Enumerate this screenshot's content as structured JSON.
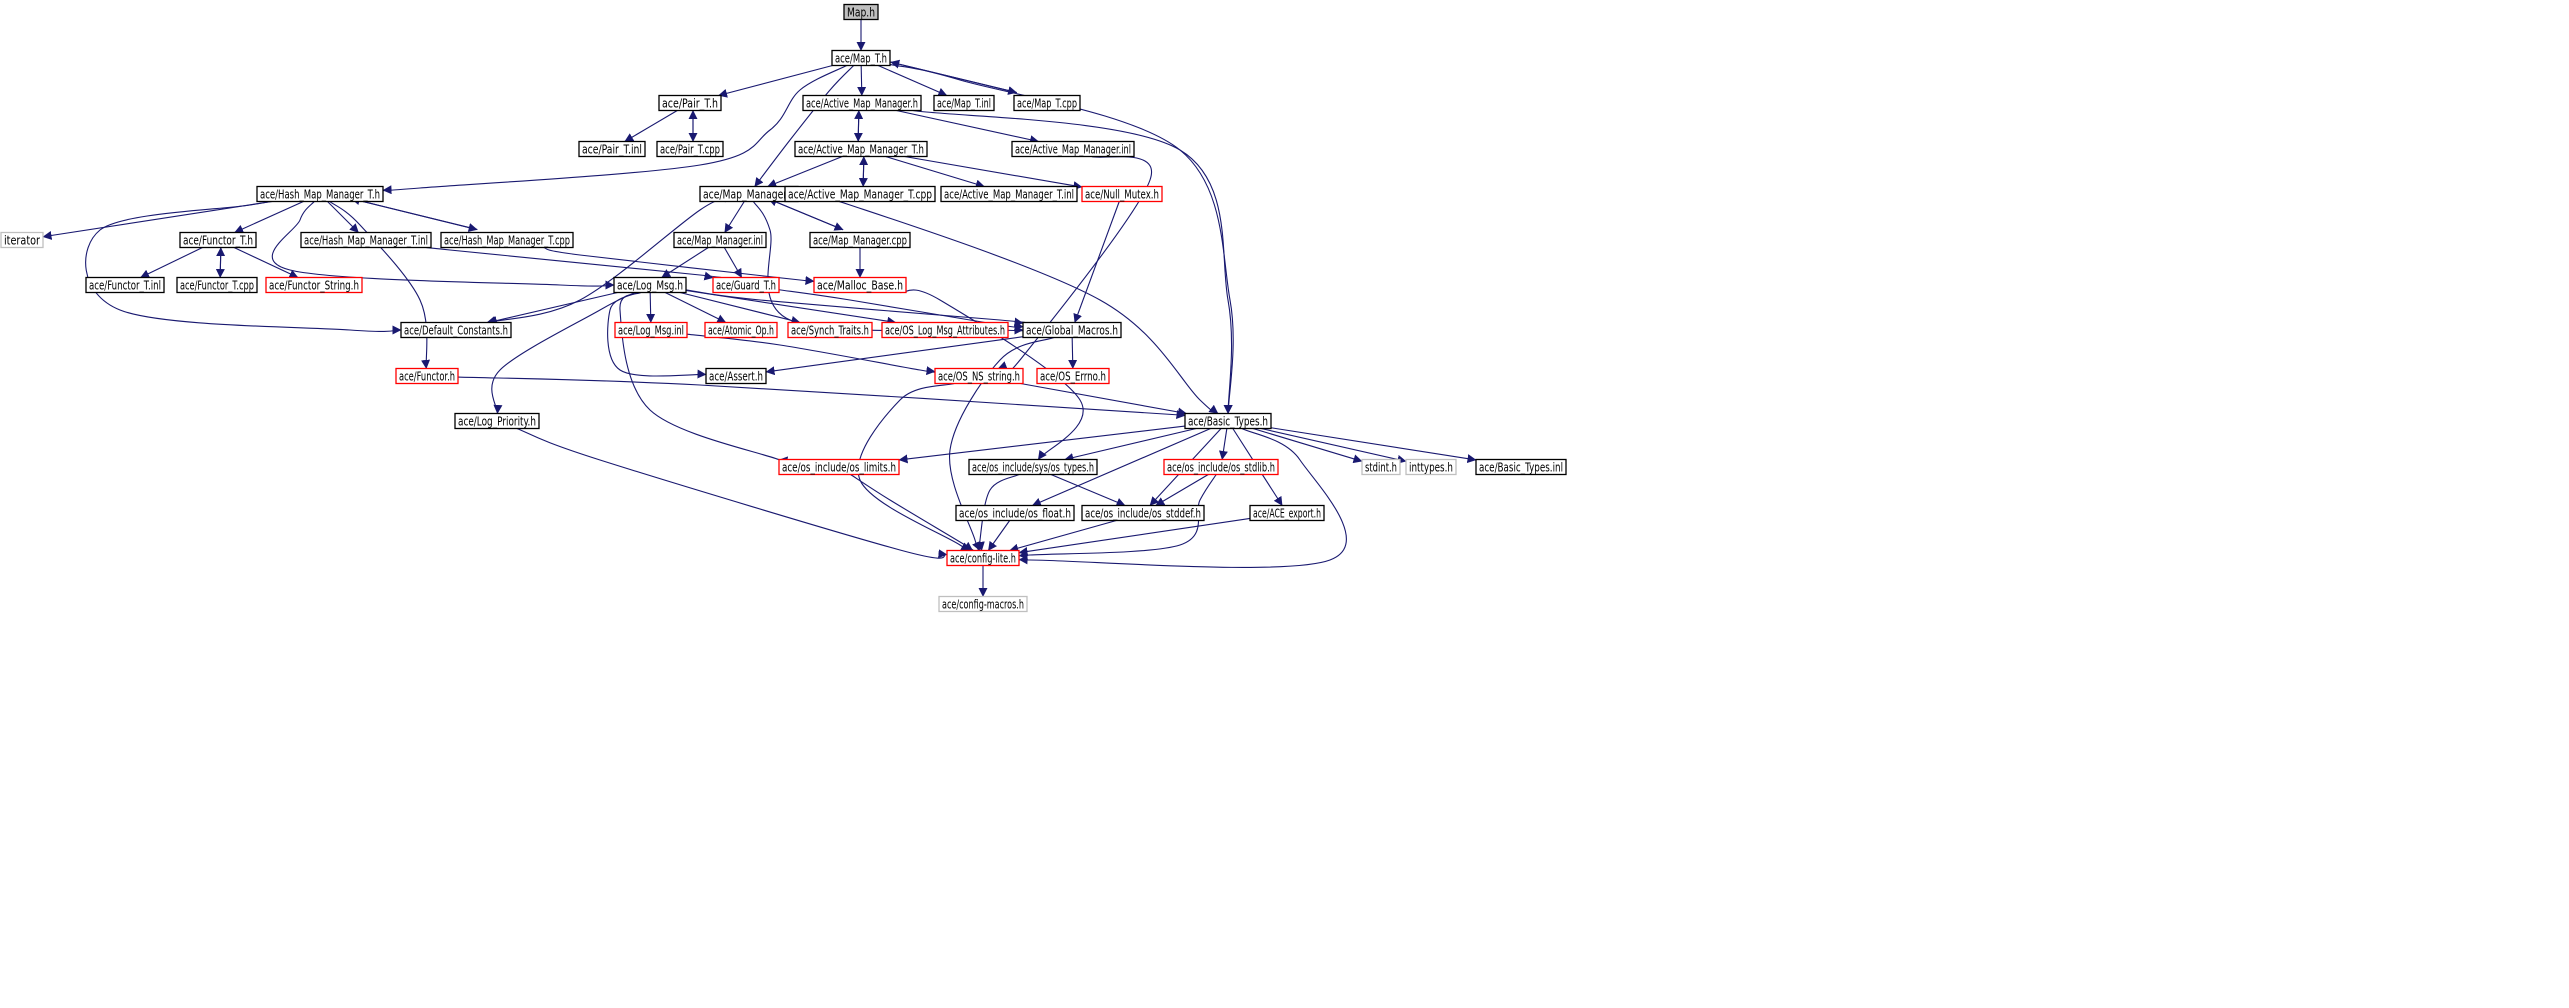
{
  "graph": {
    "colors": {
      "edge": "#191970",
      "node_border": "#000000",
      "node_border_missing": "#ff0000",
      "node_border_external": "#bfbfbf",
      "root_fill": "#bfbfbf",
      "node_fill": "#ffffff"
    },
    "nodes": [
      {
        "id": "map_h",
        "label": "Map.h",
        "kind": "root"
      },
      {
        "id": "map_t_h",
        "label": "ace/Map_T.h",
        "kind": "normal"
      },
      {
        "id": "pair_t_h",
        "label": "ace/Pair_T.h",
        "kind": "normal"
      },
      {
        "id": "active_mm_h",
        "label": "ace/Active_Map_Manager.h",
        "kind": "normal"
      },
      {
        "id": "map_t_inl",
        "label": "ace/Map_T.inl",
        "kind": "normal"
      },
      {
        "id": "map_t_cpp",
        "label": "ace/Map_T.cpp",
        "kind": "normal"
      },
      {
        "id": "pair_t_inl",
        "label": "ace/Pair_T.inl",
        "kind": "normal"
      },
      {
        "id": "pair_t_cpp",
        "label": "ace/Pair_T.cpp",
        "kind": "normal"
      },
      {
        "id": "active_mm_t_h",
        "label": "ace/Active_Map_Manager_T.h",
        "kind": "normal"
      },
      {
        "id": "active_mm_inl",
        "label": "ace/Active_Map_Manager.inl",
        "kind": "normal"
      },
      {
        "id": "hash_mm_t_h",
        "label": "ace/Hash_Map_Manager_T.h",
        "kind": "normal"
      },
      {
        "id": "map_manager_h",
        "label": "ace/Map_Manager.h",
        "kind": "normal"
      },
      {
        "id": "active_mm_t_cpp",
        "label": "ace/Active_Map_Manager_T.cpp",
        "kind": "normal"
      },
      {
        "id": "active_mm_t_inl",
        "label": "ace/Active_Map_Manager_T.inl",
        "kind": "normal"
      },
      {
        "id": "null_mutex_h",
        "label": "ace/Null_Mutex.h",
        "kind": "missing"
      },
      {
        "id": "iterator",
        "label": "iterator",
        "kind": "external"
      },
      {
        "id": "functor_t_h",
        "label": "ace/Functor_T.h",
        "kind": "normal"
      },
      {
        "id": "hash_mm_t_inl",
        "label": "ace/Hash_Map_Manager_T.inl",
        "kind": "normal"
      },
      {
        "id": "hash_mm_t_cpp",
        "label": "ace/Hash_Map_Manager_T.cpp",
        "kind": "normal"
      },
      {
        "id": "map_manager_inl",
        "label": "ace/Map_Manager.inl",
        "kind": "normal"
      },
      {
        "id": "map_manager_cpp",
        "label": "ace/Map_Manager.cpp",
        "kind": "normal"
      },
      {
        "id": "functor_t_inl",
        "label": "ace/Functor_T.inl",
        "kind": "normal"
      },
      {
        "id": "functor_t_cpp",
        "label": "ace/Functor_T.cpp",
        "kind": "normal"
      },
      {
        "id": "functor_string_h",
        "label": "ace/Functor_String.h",
        "kind": "missing"
      },
      {
        "id": "log_msg_h",
        "label": "ace/Log_Msg.h",
        "kind": "normal"
      },
      {
        "id": "guard_t_h",
        "label": "ace/Guard_T.h",
        "kind": "missing"
      },
      {
        "id": "malloc_base_h",
        "label": "ace/Malloc_Base.h",
        "kind": "missing"
      },
      {
        "id": "default_constants_h",
        "label": "ace/Default_Constants.h",
        "kind": "normal"
      },
      {
        "id": "log_msg_inl",
        "label": "ace/Log_Msg.inl",
        "kind": "missing"
      },
      {
        "id": "atomic_op_h",
        "label": "ace/Atomic_Op.h",
        "kind": "missing"
      },
      {
        "id": "synch_traits_h",
        "label": "ace/Synch_Traits.h",
        "kind": "missing"
      },
      {
        "id": "os_log_msg_attr_h",
        "label": "ace/OS_Log_Msg_Attributes.h",
        "kind": "missing"
      },
      {
        "id": "global_macros_h",
        "label": "ace/Global_Macros.h",
        "kind": "normal"
      },
      {
        "id": "functor_h",
        "label": "ace/Functor.h",
        "kind": "missing"
      },
      {
        "id": "assert_h",
        "label": "ace/Assert.h",
        "kind": "normal"
      },
      {
        "id": "os_ns_string_h",
        "label": "ace/OS_NS_string.h",
        "kind": "missing"
      },
      {
        "id": "os_errno_h",
        "label": "ace/OS_Errno.h",
        "kind": "missing"
      },
      {
        "id": "log_priority_h",
        "label": "ace/Log_Priority.h",
        "kind": "normal"
      },
      {
        "id": "basic_types_h",
        "label": "ace/Basic_Types.h",
        "kind": "normal"
      },
      {
        "id": "os_limits_h",
        "label": "ace/os_include/os_limits.h",
        "kind": "missing"
      },
      {
        "id": "sys_os_types_h",
        "label": "ace/os_include/sys/os_types.h",
        "kind": "normal"
      },
      {
        "id": "os_stdlib_h",
        "label": "ace/os_include/os_stdlib.h",
        "kind": "missing"
      },
      {
        "id": "stdint_h",
        "label": "stdint.h",
        "kind": "external"
      },
      {
        "id": "inttypes_h",
        "label": "inttypes.h",
        "kind": "external"
      },
      {
        "id": "basic_types_inl",
        "label": "ace/Basic_Types.inl",
        "kind": "normal"
      },
      {
        "id": "os_float_h",
        "label": "ace/os_include/os_float.h",
        "kind": "normal"
      },
      {
        "id": "os_stddef_h",
        "label": "ace/os_include/os_stddef.h",
        "kind": "normal"
      },
      {
        "id": "ace_export_h",
        "label": "ace/ACE_export.h",
        "kind": "normal"
      },
      {
        "id": "config_lite_h",
        "label": "ace/config-lite.h",
        "kind": "missing"
      },
      {
        "id": "config_macros_h",
        "label": "ace/config-macros.h",
        "kind": "external"
      }
    ],
    "edges": [
      [
        "map_h",
        "map_t_h"
      ],
      [
        "map_t_h",
        "pair_t_h"
      ],
      [
        "map_t_h",
        "active_mm_h"
      ],
      [
        "map_t_h",
        "map_t_inl"
      ],
      [
        "map_t_h",
        "map_t_cpp"
      ],
      [
        "map_t_h",
        "hash_mm_t_h"
      ],
      [
        "map_t_h",
        "map_manager_h"
      ],
      [
        "map_t_h",
        "basic_types_h"
      ],
      [
        "map_t_cpp",
        "map_t_h"
      ],
      [
        "pair_t_h",
        "pair_t_inl"
      ],
      [
        "pair_t_h",
        "pair_t_cpp"
      ],
      [
        "pair_t_cpp",
        "pair_t_h"
      ],
      [
        "active_mm_h",
        "active_mm_t_h"
      ],
      [
        "active_mm_h",
        "active_mm_inl"
      ],
      [
        "active_mm_h",
        "basic_types_h"
      ],
      [
        "active_mm_t_h",
        "active_mm_h"
      ],
      [
        "active_mm_t_h",
        "map_manager_h"
      ],
      [
        "active_mm_t_h",
        "active_mm_t_cpp"
      ],
      [
        "active_mm_t_h",
        "active_mm_t_inl"
      ],
      [
        "active_mm_t_h",
        "null_mutex_h"
      ],
      [
        "active_mm_t_cpp",
        "active_mm_t_h"
      ],
      [
        "active_mm_inl",
        "os_ns_string_h"
      ],
      [
        "null_mutex_h",
        "global_macros_h"
      ],
      [
        "hash_mm_t_h",
        "iterator"
      ],
      [
        "hash_mm_t_h",
        "functor_t_h"
      ],
      [
        "hash_mm_t_h",
        "hash_mm_t_inl"
      ],
      [
        "hash_mm_t_h",
        "hash_mm_t_cpp"
      ],
      [
        "hash_mm_t_h",
        "default_constants_h"
      ],
      [
        "hash_mm_t_h",
        "log_msg_h"
      ],
      [
        "hash_mm_t_h",
        "functor_h"
      ],
      [
        "hash_mm_t_cpp",
        "hash_mm_t_h"
      ],
      [
        "hash_mm_t_cpp",
        "malloc_base_h"
      ],
      [
        "hash_mm_t_inl",
        "guard_t_h"
      ],
      [
        "map_manager_h",
        "map_manager_inl"
      ],
      [
        "map_manager_h",
        "map_manager_cpp"
      ],
      [
        "map_manager_h",
        "default_constants_h"
      ],
      [
        "map_manager_h",
        "global_macros_h"
      ],
      [
        "map_manager_h",
        "basic_types_h"
      ],
      [
        "map_manager_cpp",
        "map_manager_h"
      ],
      [
        "map_manager_cpp",
        "malloc_base_h"
      ],
      [
        "map_manager_inl",
        "log_msg_h"
      ],
      [
        "map_manager_inl",
        "guard_t_h"
      ],
      [
        "functor_t_h",
        "functor_t_inl"
      ],
      [
        "functor_t_h",
        "functor_t_cpp"
      ],
      [
        "functor_t_h",
        "functor_string_h"
      ],
      [
        "functor_t_cpp",
        "functor_t_h"
      ],
      [
        "functor_h",
        "basic_types_h"
      ],
      [
        "log_msg_h",
        "default_constants_h"
      ],
      [
        "log_msg_h",
        "log_msg_inl"
      ],
      [
        "log_msg_h",
        "atomic_op_h"
      ],
      [
        "log_msg_h",
        "synch_traits_h"
      ],
      [
        "log_msg_h",
        "os_log_msg_attr_h"
      ],
      [
        "log_msg_h",
        "global_macros_h"
      ],
      [
        "log_msg_h",
        "assert_h"
      ],
      [
        "log_msg_h",
        "log_priority_h"
      ],
      [
        "log_msg_h",
        "os_limits_h"
      ],
      [
        "guard_t_h",
        "global_macros_h"
      ],
      [
        "malloc_base_h",
        "sys_os_types_h"
      ],
      [
        "log_msg_inl",
        "os_ns_string_h"
      ],
      [
        "global_macros_h",
        "assert_h"
      ],
      [
        "global_macros_h",
        "os_errno_h"
      ],
      [
        "global_macros_h",
        "config_lite_h"
      ],
      [
        "os_ns_string_h",
        "basic_types_h"
      ],
      [
        "os_ns_string_h",
        "config_lite_h"
      ],
      [
        "log_priority_h",
        "config_lite_h"
      ],
      [
        "basic_types_h",
        "os_limits_h"
      ],
      [
        "basic_types_h",
        "sys_os_types_h"
      ],
      [
        "basic_types_h",
        "os_stdlib_h"
      ],
      [
        "basic_types_h",
        "stdint_h"
      ],
      [
        "basic_types_h",
        "inttypes_h"
      ],
      [
        "basic_types_h",
        "basic_types_inl"
      ],
      [
        "basic_types_h",
        "os_float_h"
      ],
      [
        "basic_types_h",
        "os_stddef_h"
      ],
      [
        "basic_types_h",
        "ace_export_h"
      ],
      [
        "basic_types_h",
        "config_lite_h"
      ],
      [
        "os_limits_h",
        "config_lite_h"
      ],
      [
        "sys_os_types_h",
        "os_stddef_h"
      ],
      [
        "sys_os_types_h",
        "config_lite_h"
      ],
      [
        "os_stdlib_h",
        "os_stddef_h"
      ],
      [
        "os_stdlib_h",
        "config_lite_h"
      ],
      [
        "os_float_h",
        "config_lite_h"
      ],
      [
        "os_stddef_h",
        "config_lite_h"
      ],
      [
        "ace_export_h",
        "config_lite_h"
      ],
      [
        "config_lite_h",
        "config_macros_h"
      ]
    ]
  }
}
